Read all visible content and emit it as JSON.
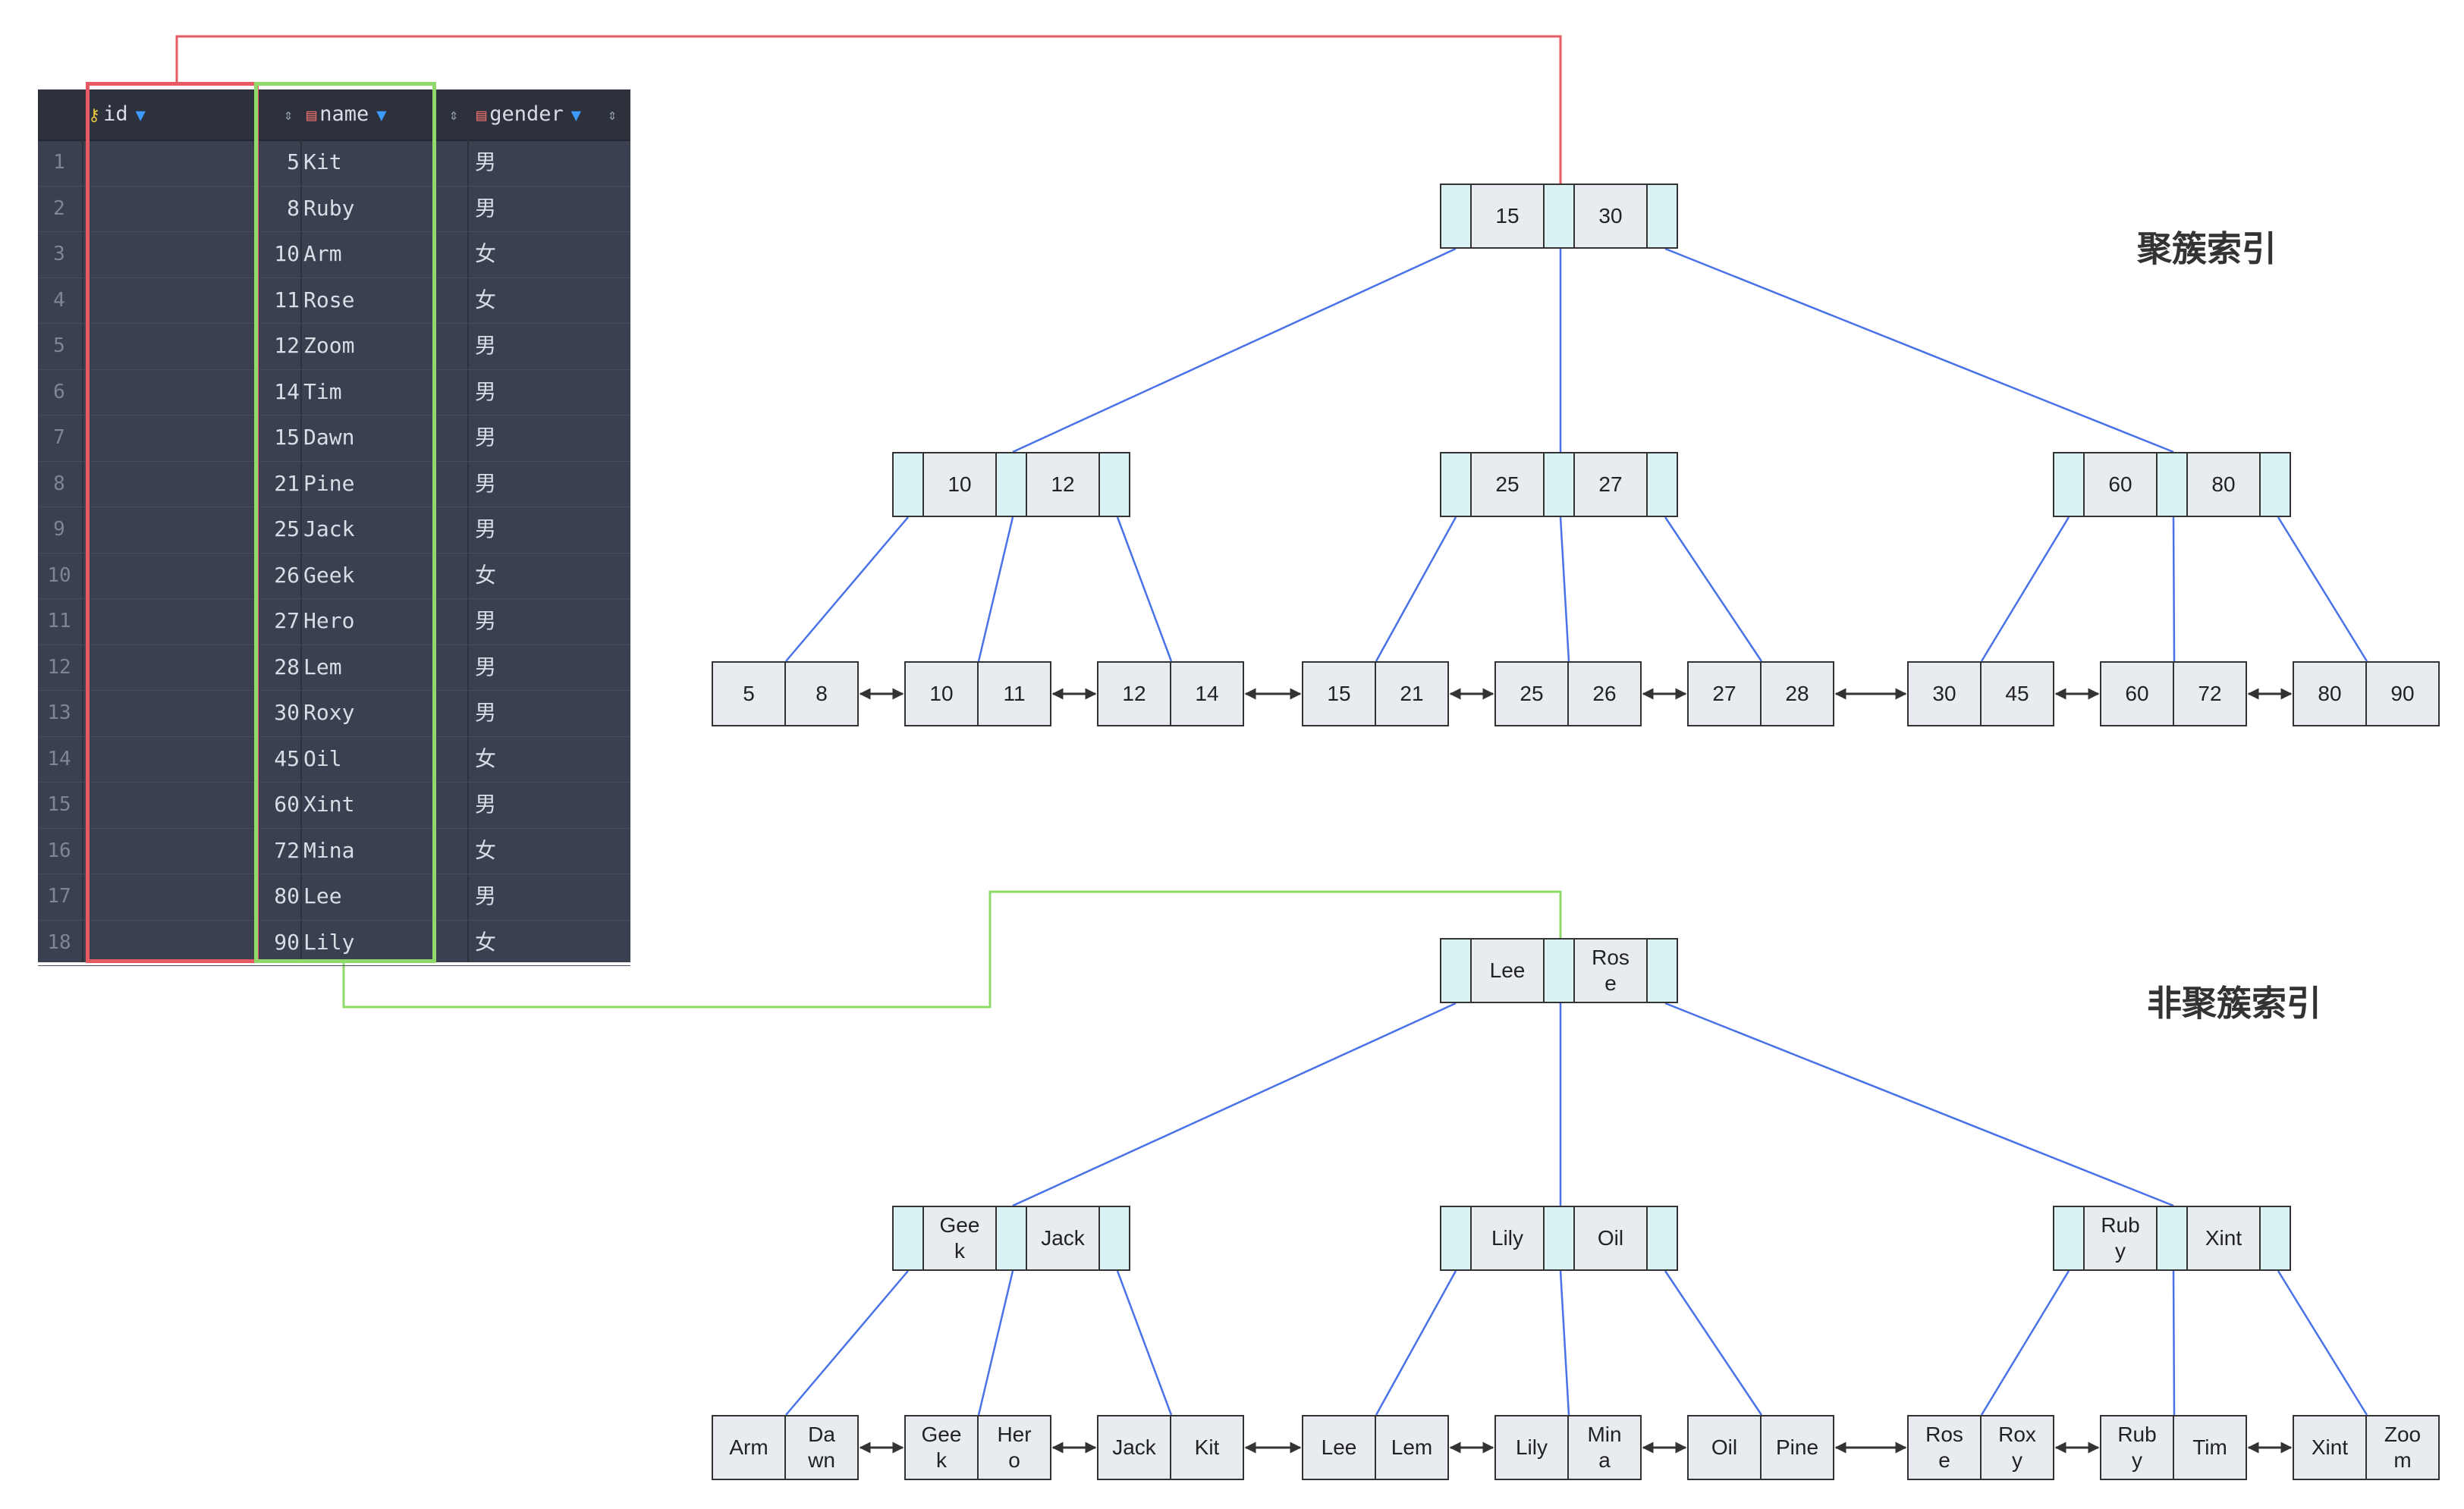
{
  "table": {
    "columns": [
      {
        "name": "id",
        "icon": "key-icon"
      },
      {
        "name": "name",
        "icon": "column-icon"
      },
      {
        "name": "gender",
        "icon": "column-icon"
      }
    ],
    "rows": [
      {
        "n": "1",
        "id": "5",
        "name": "Kit",
        "gender": "男"
      },
      {
        "n": "2",
        "id": "8",
        "name": "Ruby",
        "gender": "男"
      },
      {
        "n": "3",
        "id": "10",
        "name": "Arm",
        "gender": "女"
      },
      {
        "n": "4",
        "id": "11",
        "name": "Rose",
        "gender": "女"
      },
      {
        "n": "5",
        "id": "12",
        "name": "Zoom",
        "gender": "男"
      },
      {
        "n": "6",
        "id": "14",
        "name": "Tim",
        "gender": "男"
      },
      {
        "n": "7",
        "id": "15",
        "name": "Dawn",
        "gender": "男"
      },
      {
        "n": "8",
        "id": "21",
        "name": "Pine",
        "gender": "男"
      },
      {
        "n": "9",
        "id": "25",
        "name": "Jack",
        "gender": "男"
      },
      {
        "n": "10",
        "id": "26",
        "name": "Geek",
        "gender": "女"
      },
      {
        "n": "11",
        "id": "27",
        "name": "Hero",
        "gender": "男"
      },
      {
        "n": "12",
        "id": "28",
        "name": "Lem",
        "gender": "男"
      },
      {
        "n": "13",
        "id": "30",
        "name": "Roxy",
        "gender": "男"
      },
      {
        "n": "14",
        "id": "45",
        "name": "Oil",
        "gender": "女"
      },
      {
        "n": "15",
        "id": "60",
        "name": "Xint",
        "gender": "男"
      },
      {
        "n": "16",
        "id": "72",
        "name": "Mina",
        "gender": "女"
      },
      {
        "n": "17",
        "id": "80",
        "name": "Lee",
        "gender": "男"
      },
      {
        "n": "18",
        "id": "90",
        "name": "Lily",
        "gender": "女"
      }
    ]
  },
  "clustered": {
    "title": "聚簇索引",
    "root": [
      "15",
      "30"
    ],
    "internal": [
      [
        "10",
        "12"
      ],
      [
        "25",
        "27"
      ],
      [
        "60",
        "80"
      ]
    ],
    "leaves": [
      [
        "5",
        "8"
      ],
      [
        "10",
        "11"
      ],
      [
        "12",
        "14"
      ],
      [
        "15",
        "21"
      ],
      [
        "25",
        "26"
      ],
      [
        "27",
        "28"
      ],
      [
        "30",
        "45"
      ],
      [
        "60",
        "72"
      ],
      [
        "80",
        "90"
      ]
    ]
  },
  "nonclustered": {
    "title": "非聚簇索引",
    "root": [
      "Lee",
      "Ros\ne"
    ],
    "internal": [
      [
        "Gee\nk",
        "Jack"
      ],
      [
        "Lily",
        "Oil"
      ],
      [
        "Rub\ny",
        "Xint"
      ]
    ],
    "leaves": [
      [
        "Arm",
        "Da\nwn"
      ],
      [
        "Gee\nk",
        "Her\no"
      ],
      [
        "Jack",
        "Kit"
      ],
      [
        "Lee",
        "Lem"
      ],
      [
        "Lily",
        "Min\na"
      ],
      [
        "Oil",
        "Pine"
      ],
      [
        "Ros\ne",
        "Rox\ny"
      ],
      [
        "Rub\ny",
        "Tim"
      ],
      [
        "Xint",
        "Zoo\nm"
      ]
    ]
  },
  "colors": {
    "id_highlight": "#e85a63",
    "name_highlight": "#8fd96a",
    "tree_edge": "#4a72e8",
    "leaf_link": "#333333",
    "pointer_cell": "#d9f3f4",
    "key_cell": "#e8ebef"
  }
}
